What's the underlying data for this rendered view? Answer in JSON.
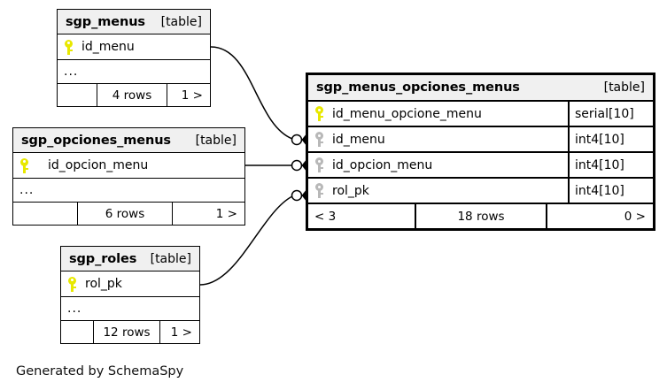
{
  "diagram": {
    "caption": "Generated by SchemaSpy",
    "table_tag": "[table]",
    "ellipsis": "...",
    "colors": {
      "primary_key": "#e8e800",
      "foreign_key": "#b8b8b8",
      "header_background": "#f0f0f0",
      "border": "#000000",
      "page_background": "#ffffff"
    }
  },
  "tables": [
    {
      "id": "sgp_menus",
      "name": "sgp_menus",
      "tag": "[table]",
      "columns": [
        {
          "name": "id_menu",
          "key": "primary"
        }
      ],
      "has_ellipsis": true,
      "footer": {
        "left": "",
        "middle": "4 rows",
        "right": "1 >"
      }
    },
    {
      "id": "sgp_opciones_menus",
      "name": "sgp_opciones_menus",
      "tag": "[table]",
      "columns": [
        {
          "name": "id_opcion_menu",
          "key": "primary"
        }
      ],
      "has_ellipsis": true,
      "footer": {
        "left": "",
        "middle": "6 rows",
        "right": "1 >"
      }
    },
    {
      "id": "sgp_roles",
      "name": "sgp_roles",
      "tag": "[table]",
      "columns": [
        {
          "name": "rol_pk",
          "key": "primary"
        }
      ],
      "has_ellipsis": true,
      "footer": {
        "left": "",
        "middle": "12 rows",
        "right": "1 >"
      }
    },
    {
      "id": "sgp_menus_opciones_menus",
      "name": "sgp_menus_opciones_menus",
      "tag": "[table]",
      "focal": true,
      "columns": [
        {
          "name": "id_menu_opcione_menu",
          "type": "serial[10]",
          "key": "primary"
        },
        {
          "name": "id_menu",
          "type": "int4[10]",
          "key": "foreign"
        },
        {
          "name": "id_opcion_menu",
          "type": "int4[10]",
          "key": "foreign"
        },
        {
          "name": "rol_pk",
          "type": "int4[10]",
          "key": "foreign"
        }
      ],
      "has_ellipsis": false,
      "footer": {
        "left": "< 3",
        "middle": "18 rows",
        "right": "0 >"
      }
    }
  ],
  "relationships": [
    {
      "from": "sgp_menus.id_menu",
      "to": "sgp_menus_opciones_menus.id_menu"
    },
    {
      "from": "sgp_opciones_menus.id_opcion_menu",
      "to": "sgp_menus_opciones_menus.id_opcion_menu"
    },
    {
      "from": "sgp_roles.rol_pk",
      "to": "sgp_menus_opciones_menus.rol_pk"
    }
  ]
}
